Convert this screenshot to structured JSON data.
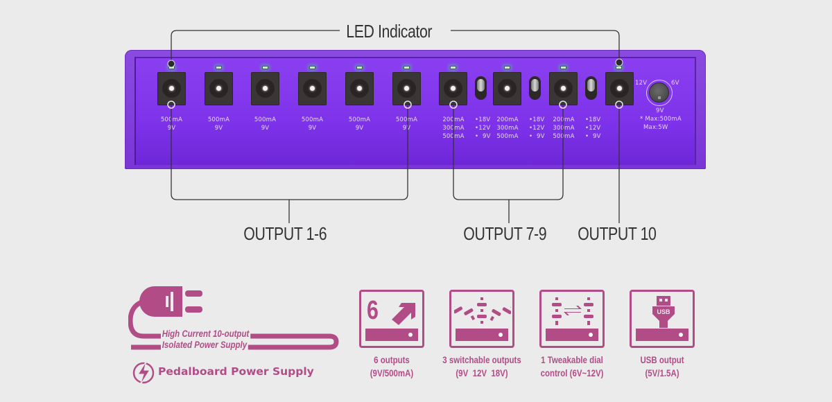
{
  "callouts": {
    "led": "LED Indicator",
    "out16": "OUTPUT 1-6",
    "out79": "OUTPUT 7-9",
    "out10": "OUTPUT 10"
  },
  "device": {
    "color": "#7e33ea",
    "outputs_1_6": [
      {
        "id": 1,
        "spec": "500mA\n9V"
      },
      {
        "id": 2,
        "spec": "500mA\n9V"
      },
      {
        "id": 3,
        "spec": "500mA\n9V"
      },
      {
        "id": 4,
        "spec": "500mA\n9V"
      },
      {
        "id": 5,
        "spec": "500mA\n9V"
      },
      {
        "id": 6,
        "spec": "500mA\n9V"
      }
    ],
    "outputs_7_9": [
      {
        "id": 7,
        "spec": "200mA\n300mA\n500mA",
        "switch": "•18V\n•12V\n•  9V"
      },
      {
        "id": 8,
        "spec": "200mA\n300mA\n500mA",
        "switch": "•18V\n•12V\n•  9V"
      },
      {
        "id": 9,
        "spec": "200mA\n300mA\n500mA",
        "switch": "•18V\n•12V\n•  9V"
      }
    ],
    "output_10": {
      "id": 10
    },
    "dial": {
      "label_left": "12V",
      "label_right": "6V",
      "label_bottom": "9V",
      "max_current": "* Max:500mA",
      "max_power": "Max:5W"
    }
  },
  "brand": {
    "line1": "High Current 10-output",
    "line2": "Isolated Power Supply",
    "title": "Pedalboard Power Supply",
    "accent": "#b24c87"
  },
  "features": [
    {
      "icon": "six-outputs-icon",
      "big": "6",
      "caption": "6 outputs\n(9V/500mA)"
    },
    {
      "icon": "switchable-outputs-icon",
      "caption": "3 switchable outputs\n(9V  12V  18V)"
    },
    {
      "icon": "tweakable-dial-icon",
      "caption": "1 Tweakable dial\ncontrol (6V~12V)"
    },
    {
      "icon": "usb-output-icon",
      "usb_label": "USB",
      "caption": "USB output\n(5V/1.5A)"
    }
  ]
}
